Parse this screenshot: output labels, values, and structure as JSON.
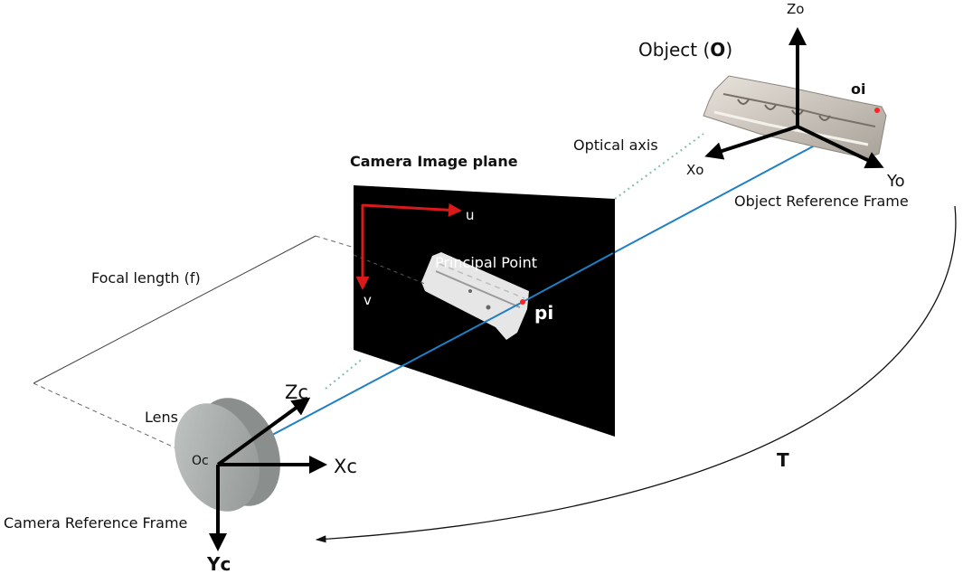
{
  "labels": {
    "object_title_prefix": "Object (",
    "object_title_bold": "O",
    "object_title_suffix": ")",
    "zo": "Zo",
    "oi": "oi",
    "optical_axis": "Optical axis",
    "xo": "Xo",
    "yo": "Yo",
    "object_frame": "Object Reference Frame",
    "camera_image_plane": "Camera Image plane",
    "u": "u",
    "v": "v",
    "principal_point": "Principal Point",
    "pi": "pi",
    "focal_length": "Focal length (f)",
    "zc": "Zc",
    "lens": "Lens",
    "oc": "Oc",
    "xc": "Xc",
    "yc": "Yc",
    "camera_frame": "Camera Reference Frame",
    "t": "T"
  },
  "colors": {
    "ray": "#1f7fc4",
    "image_axes": "#d81a1a",
    "image_plane": "#000000",
    "frame_axes": "#000000",
    "optical_axis_dots": "#7fbfa8",
    "lens_face": "#a9aeac",
    "lens_edge": "#8a8f8d",
    "object_body": "#c9c3bb"
  }
}
